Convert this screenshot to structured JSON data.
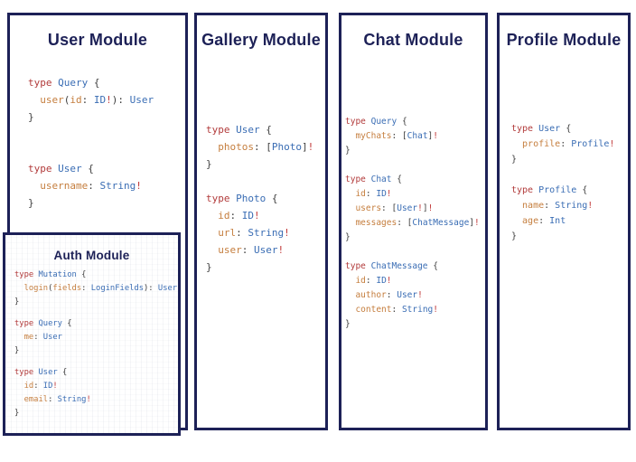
{
  "colors": {
    "navy": "#1d2157",
    "keyword": "#b23b3b",
    "typename": "#3a6db4",
    "field": "#c57e3e",
    "punct": "#3f3f3f",
    "bang": "#c23a3a"
  },
  "modules": [
    {
      "id": "user",
      "title": "User Module",
      "code": [
        [
          [
            "k",
            "type "
          ],
          [
            "t",
            "Query "
          ],
          [
            "p",
            "{"
          ]
        ],
        [
          [
            "f",
            "  user"
          ],
          [
            "p",
            "("
          ],
          [
            "f",
            "id"
          ],
          [
            "p",
            ": "
          ],
          [
            "t",
            "ID"
          ],
          [
            "b",
            "!"
          ],
          [
            "p",
            "): "
          ],
          [
            "t",
            "User"
          ]
        ],
        [
          [
            "p",
            "}"
          ]
        ],
        [],
        [],
        [
          [
            "k",
            "type "
          ],
          [
            "t",
            "User "
          ],
          [
            "p",
            "{"
          ]
        ],
        [
          [
            "f",
            "  username"
          ],
          [
            "p",
            ": "
          ],
          [
            "t",
            "String"
          ],
          [
            "b",
            "!"
          ]
        ],
        [
          [
            "p",
            "}"
          ]
        ]
      ]
    },
    {
      "id": "auth",
      "title": "Auth Module",
      "code": [
        [
          [
            "k",
            "type "
          ],
          [
            "t",
            "Mutation "
          ],
          [
            "p",
            "{"
          ]
        ],
        [
          [
            "f",
            "  login"
          ],
          [
            "p",
            "("
          ],
          [
            "f",
            "fields"
          ],
          [
            "p",
            ": "
          ],
          [
            "t",
            "LoginFields"
          ],
          [
            "p",
            "): "
          ],
          [
            "t",
            "User"
          ]
        ],
        [
          [
            "p",
            "}"
          ]
        ],
        [],
        [
          [
            "k",
            "type "
          ],
          [
            "t",
            "Query "
          ],
          [
            "p",
            "{"
          ]
        ],
        [
          [
            "f",
            "  me"
          ],
          [
            "p",
            ": "
          ],
          [
            "t",
            "User"
          ]
        ],
        [
          [
            "p",
            "}"
          ]
        ],
        [],
        [
          [
            "k",
            "type "
          ],
          [
            "t",
            "User "
          ],
          [
            "p",
            "{"
          ]
        ],
        [
          [
            "f",
            "  id"
          ],
          [
            "p",
            ": "
          ],
          [
            "t",
            "ID"
          ],
          [
            "b",
            "!"
          ]
        ],
        [
          [
            "f",
            "  email"
          ],
          [
            "p",
            ": "
          ],
          [
            "t",
            "String"
          ],
          [
            "b",
            "!"
          ]
        ],
        [
          [
            "p",
            "}"
          ]
        ]
      ]
    },
    {
      "id": "gallery",
      "title": "Gallery Module",
      "code": [
        [
          [
            "k",
            "type "
          ],
          [
            "t",
            "User "
          ],
          [
            "p",
            "{"
          ]
        ],
        [
          [
            "f",
            "  photos"
          ],
          [
            "p",
            ": ["
          ],
          [
            "t",
            "Photo"
          ],
          [
            "p",
            "]"
          ],
          [
            "b",
            "!"
          ]
        ],
        [
          [
            "p",
            "}"
          ]
        ],
        [],
        [
          [
            "k",
            "type "
          ],
          [
            "t",
            "Photo "
          ],
          [
            "p",
            "{"
          ]
        ],
        [
          [
            "f",
            "  id"
          ],
          [
            "p",
            ": "
          ],
          [
            "t",
            "ID"
          ],
          [
            "b",
            "!"
          ]
        ],
        [
          [
            "f",
            "  url"
          ],
          [
            "p",
            ": "
          ],
          [
            "t",
            "String"
          ],
          [
            "b",
            "!"
          ]
        ],
        [
          [
            "f",
            "  user"
          ],
          [
            "p",
            ": "
          ],
          [
            "t",
            "User"
          ],
          [
            "b",
            "!"
          ]
        ],
        [
          [
            "p",
            "}"
          ]
        ]
      ]
    },
    {
      "id": "chat",
      "title": "Chat Module",
      "code": [
        [
          [
            "k",
            "type "
          ],
          [
            "t",
            "Query "
          ],
          [
            "p",
            "{"
          ]
        ],
        [
          [
            "f",
            "  myChats"
          ],
          [
            "p",
            ": ["
          ],
          [
            "t",
            "Chat"
          ],
          [
            "p",
            "]"
          ],
          [
            "b",
            "!"
          ]
        ],
        [
          [
            "p",
            "}"
          ]
        ],
        [],
        [
          [
            "k",
            "type "
          ],
          [
            "t",
            "Chat "
          ],
          [
            "p",
            "{"
          ]
        ],
        [
          [
            "f",
            "  id"
          ],
          [
            "p",
            ": "
          ],
          [
            "t",
            "ID"
          ],
          [
            "b",
            "!"
          ]
        ],
        [
          [
            "f",
            "  users"
          ],
          [
            "p",
            ": ["
          ],
          [
            "t",
            "User"
          ],
          [
            "b",
            "!"
          ],
          [
            "p",
            "]"
          ],
          [
            "b",
            "!"
          ]
        ],
        [
          [
            "f",
            "  messages"
          ],
          [
            "p",
            ": ["
          ],
          [
            "t",
            "ChatMessage"
          ],
          [
            "p",
            "]"
          ],
          [
            "b",
            "!"
          ]
        ],
        [
          [
            "p",
            "}"
          ]
        ],
        [],
        [
          [
            "k",
            "type "
          ],
          [
            "t",
            "ChatMessage "
          ],
          [
            "p",
            "{"
          ]
        ],
        [
          [
            "f",
            "  id"
          ],
          [
            "p",
            ": "
          ],
          [
            "t",
            "ID"
          ],
          [
            "b",
            "!"
          ]
        ],
        [
          [
            "f",
            "  author"
          ],
          [
            "p",
            ": "
          ],
          [
            "t",
            "User"
          ],
          [
            "b",
            "!"
          ]
        ],
        [
          [
            "f",
            "  content"
          ],
          [
            "p",
            ": "
          ],
          [
            "t",
            "String"
          ],
          [
            "b",
            "!"
          ]
        ],
        [
          [
            "p",
            "}"
          ]
        ]
      ]
    },
    {
      "id": "profile",
      "title": "Profile Module",
      "code": [
        [
          [
            "k",
            "type "
          ],
          [
            "t",
            "User "
          ],
          [
            "p",
            "{"
          ]
        ],
        [
          [
            "f",
            "  profile"
          ],
          [
            "p",
            ": "
          ],
          [
            "t",
            "Profile"
          ],
          [
            "b",
            "!"
          ]
        ],
        [
          [
            "p",
            "}"
          ]
        ],
        [],
        [
          [
            "k",
            "type "
          ],
          [
            "t",
            "Profile "
          ],
          [
            "p",
            "{"
          ]
        ],
        [
          [
            "f",
            "  name"
          ],
          [
            "p",
            ": "
          ],
          [
            "t",
            "String"
          ],
          [
            "b",
            "!"
          ]
        ],
        [
          [
            "f",
            "  age"
          ],
          [
            "p",
            ": "
          ],
          [
            "t",
            "Int"
          ]
        ],
        [
          [
            "p",
            "}"
          ]
        ]
      ]
    }
  ]
}
